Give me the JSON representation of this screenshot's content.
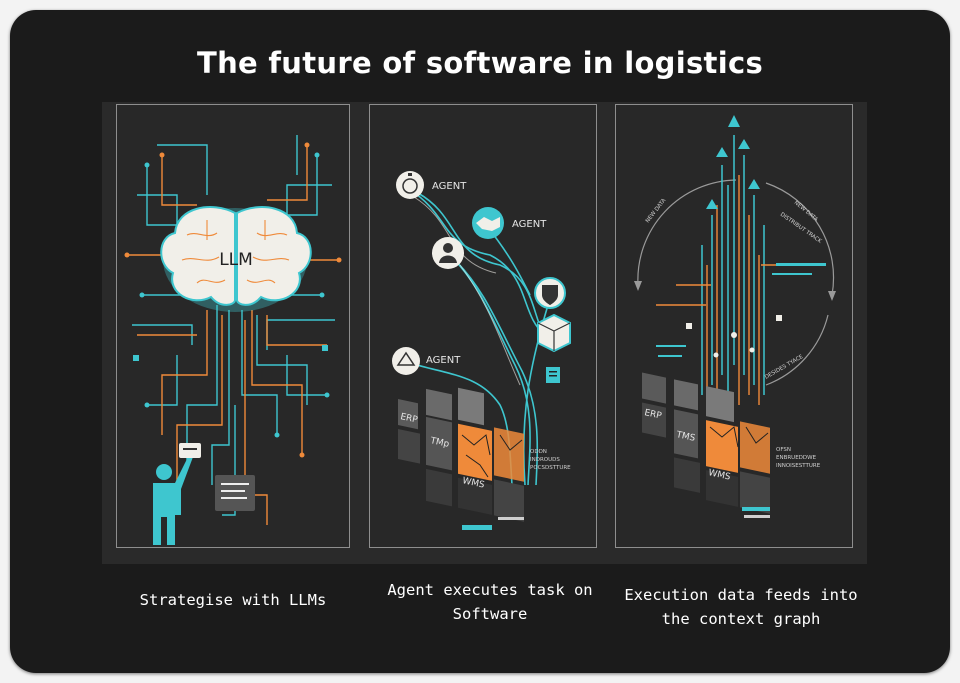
{
  "title": "The future of software in logistics",
  "colors": {
    "card": "#1b1b1b",
    "teal": "#3ec6cf",
    "orange": "#ef8a3a",
    "panel": "#282828"
  },
  "panels": [
    {
      "caption": "Strategise with LLMs",
      "brain_label": "LLM"
    },
    {
      "caption_line1": "Agent executes task on",
      "caption_line2": "Software",
      "agent_label": "AGENT",
      "systems": [
        "ERP",
        "TMp",
        "WMS"
      ],
      "tile_text": [
        "ODDN",
        "INDROUDS",
        "POCSDSTTURE"
      ]
    },
    {
      "caption_line1": "Execution data feeds into",
      "caption_line2": "the context graph",
      "systems": [
        "ERP",
        "TMS",
        "WMS"
      ],
      "arc_labels": [
        "NEW DATA",
        "NEW DATA",
        "DISTRIBUT TRACK",
        "DESIDES TYACE"
      ],
      "tile_text": [
        "OFSN",
        "ENBRUEDDWE",
        "INNOISESTTURE"
      ]
    }
  ]
}
